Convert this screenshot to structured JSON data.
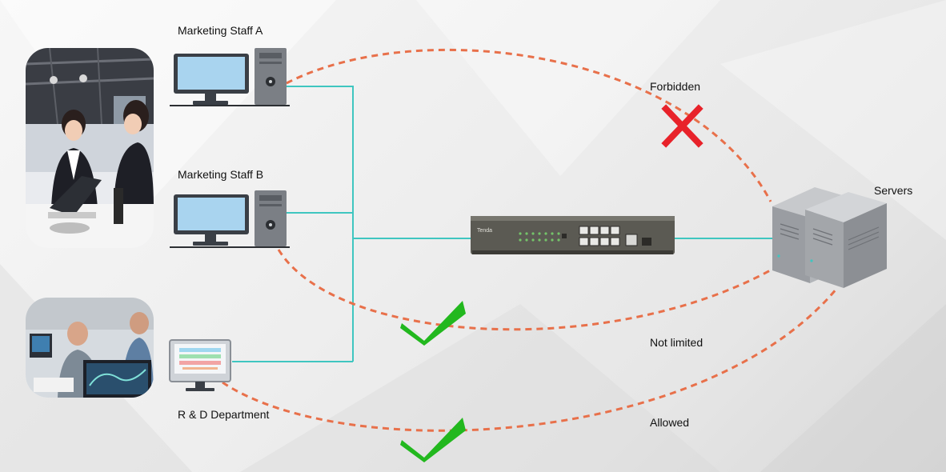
{
  "nodes": {
    "staff_a": {
      "label": "Marketing Staff A"
    },
    "staff_b": {
      "label": "Marketing Staff B"
    },
    "rnd": {
      "label": "R & D Department"
    },
    "servers": {
      "label": "Servers"
    },
    "switch": {
      "brand": "Tenda"
    }
  },
  "links": {
    "staff_a_to_servers": {
      "label": "Forbidden",
      "status": "forbidden",
      "icon": "cross-icon"
    },
    "staff_b_to_servers": {
      "label": "Not limited",
      "status": "allowed",
      "icon": "check-icon"
    },
    "rnd_to_servers": {
      "label": "Allowed",
      "status": "allowed",
      "icon": "check-icon"
    }
  },
  "colors": {
    "cable": "#3fc6c0",
    "path": "#e8704a",
    "forbidden": "#e8222a",
    "allowed": "#22b81e"
  }
}
